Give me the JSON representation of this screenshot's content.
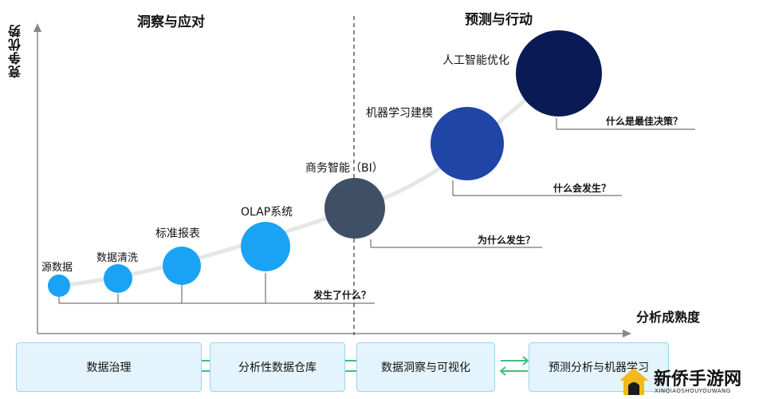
{
  "y_axis_label": "竞争优势",
  "x_axis_label": "分析成熟度",
  "left_section_title": "洞察与应对",
  "right_section_title": "预测与行动",
  "nodes": [
    {
      "label": "源数据",
      "color": "#1aa3f5"
    },
    {
      "label": "数据清洗",
      "color": "#1aa3f5"
    },
    {
      "label": "标准报表",
      "color": "#1aa3f5"
    },
    {
      "label": "OLAP系统",
      "color": "#1aa3f5"
    },
    {
      "label": "商务智能（BI）",
      "color": "#3f5066"
    },
    {
      "label": "机器学习建模",
      "color": "#1f45a6"
    },
    {
      "label": "人工智能优化",
      "color": "#0a1a55"
    }
  ],
  "questions": [
    "发生了什么？",
    "为什么发生？",
    "什么会发生？",
    "什么是最佳决策？"
  ],
  "stages": [
    "数据治理",
    "分析性数据仓库",
    "数据洞察与可视化",
    "预测分析与机器学习"
  ],
  "arrow_color": "#3fbf7f",
  "watermark": {
    "text": "新侨手游网",
    "sub": "XINQIAOSHOUYOUWANG"
  }
}
